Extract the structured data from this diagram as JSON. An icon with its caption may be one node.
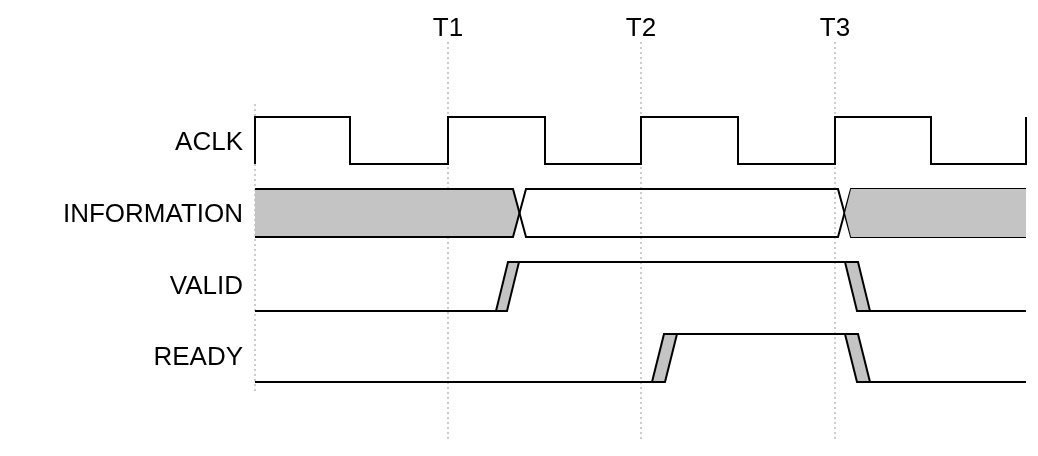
{
  "diagram": {
    "labels": [
      "T1",
      "T2",
      "T3",
      "ACLK",
      "INFORMATION",
      "VALID",
      "READY"
    ]
  }
}
